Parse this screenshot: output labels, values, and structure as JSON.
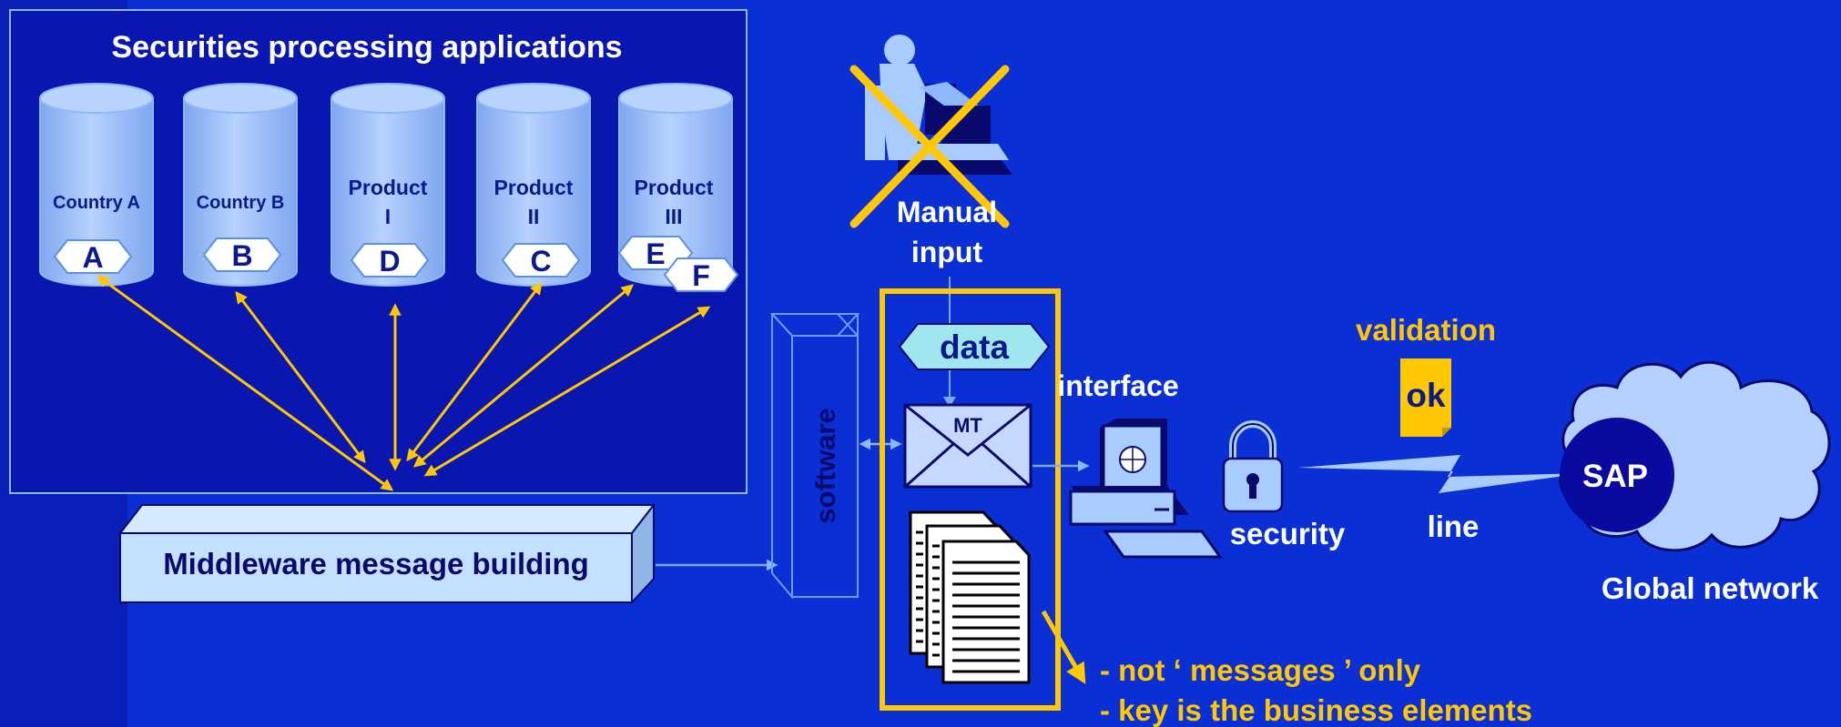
{
  "panel": {
    "title": "Securities processing applications"
  },
  "databases": [
    {
      "label_lines": [
        "Country  A"
      ],
      "tags": [
        "A"
      ]
    },
    {
      "label_lines": [
        "Country B"
      ],
      "tags": [
        "B"
      ]
    },
    {
      "label_lines": [
        "Product",
        "I"
      ],
      "tags": [
        "D"
      ]
    },
    {
      "label_lines": [
        "Product",
        "II"
      ],
      "tags": [
        "C"
      ]
    },
    {
      "label_lines": [
        "Product",
        "III"
      ],
      "tags": [
        "E",
        "F"
      ]
    }
  ],
  "middleware": {
    "label": "Middleware message building"
  },
  "software": {
    "label": "software"
  },
  "manual_input": {
    "line1": "Manual",
    "line2": "input"
  },
  "data_tag": {
    "label": "data"
  },
  "envelope": {
    "label": "MT"
  },
  "interface": {
    "label": "interface"
  },
  "validation": {
    "label": "validation",
    "ok": "ok"
  },
  "security": {
    "label": "security"
  },
  "line": {
    "label": "line"
  },
  "network": {
    "sap": "SAP",
    "label": "Global network"
  },
  "notes": [
    "- not ‘ messages ’ only",
    "- key is the business elements"
  ],
  "colors": {
    "background": "#0a2fd4",
    "panel": "#0a16b0",
    "accent_yellow": "#ffc800",
    "light_blue": "#a9ccff",
    "dark_navy": "#0a0a6e"
  }
}
